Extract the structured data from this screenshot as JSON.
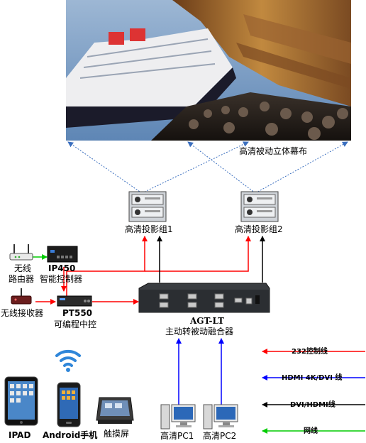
{
  "screen": {
    "caption": "高清被动立体幕布",
    "palette": {
      "sky": "#87a6c8",
      "ceiling": "#8a5a30",
      "wall": "#c1893f",
      "audience": "#2a2521",
      "ship": "#e8e8ea"
    }
  },
  "projectors": [
    {
      "label": "高清投影组1"
    },
    {
      "label": "高清投影组2"
    }
  ],
  "devices": {
    "router": {
      "line1": "无线",
      "line2": "路由器"
    },
    "ip450": {
      "name": "IP450",
      "desc": "智能控制器"
    },
    "receiver": {
      "label": "无线接收器"
    },
    "pt550": {
      "name": "PT550",
      "desc": "可编程中控"
    },
    "agt": {
      "name": "AGT-LT",
      "desc": "主动转被动融合器"
    },
    "pc1": {
      "label": "高清PC1"
    },
    "pc2": {
      "label": "高清PC2"
    },
    "ipad": {
      "label": "IPAD"
    },
    "android": {
      "label": "Android手机"
    },
    "touch": {
      "label": "触摸屏"
    }
  },
  "legend": [
    {
      "label": "232控制线",
      "color": "#ff0000"
    },
    {
      "label": "HDMI 4K/DVI 线",
      "color": "#0000ff"
    },
    {
      "label": "DVI/HDMI线",
      "color": "#000000"
    },
    {
      "label": "网线",
      "color": "#00cc00"
    }
  ],
  "colors": {
    "control": "#ff0000",
    "hdmi": "#0000ff",
    "dvi": "#000000",
    "network": "#00cc00",
    "projection": "#3b6fbf"
  }
}
